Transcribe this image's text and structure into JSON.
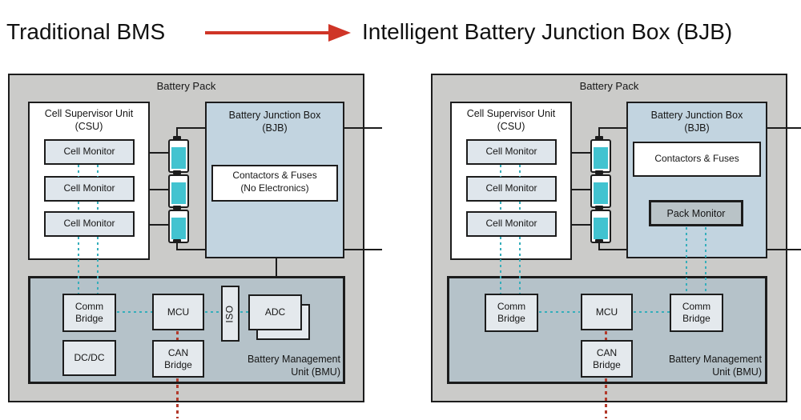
{
  "header": {
    "left_title": "Traditional BMS",
    "right_title": "Intelligent Battery Junction Box (BJB)",
    "arrow_icon": "red-arrow-right"
  },
  "colors": {
    "line": "#1c1c1c",
    "arrow-red": "#cf3527",
    "pack-fill": "#cbcbc9",
    "bjb-fill": "#c2d4e0",
    "bmu-fill": "#b5c2c9",
    "monitor-fill": "#dfe6ec",
    "chip-fill": "#e4e9ed",
    "battery-teal": "#42c3d0",
    "pack-monitor-fill": "#b9c3c7",
    "teal-dot": "#35aebb",
    "red-dot": "#b23a2c"
  },
  "left_panel": {
    "pack_title": "Battery Pack",
    "csu_title": "Cell Supervisor Unit\n(CSU)",
    "monitors": [
      "Cell Monitor",
      "Cell Monitor",
      "Cell Monitor"
    ],
    "bjb_title": "Battery Junction Box\n(BJB)",
    "contactors": "Contactors & Fuses\n(No Electronics)",
    "comm_bridge": "Comm\nBridge",
    "dcdc": "DC/DC",
    "mcu": "MCU",
    "can_bridge": "CAN\nBridge",
    "iso": "ISO",
    "adc": "ADC",
    "bmu_label": "Battery Management\nUnit (BMU)"
  },
  "right_panel": {
    "pack_title": "Battery Pack",
    "csu_title": "Cell Supervisor Unit\n(CSU)",
    "monitors": [
      "Cell Monitor",
      "Cell Monitor",
      "Cell Monitor"
    ],
    "bjb_title": "Battery Junction Box\n(BJB)",
    "contactors": "Contactors & Fuses",
    "pack_monitor": "Pack Monitor",
    "comm_bridge_left": "Comm\nBridge",
    "mcu": "MCU",
    "can_bridge": "CAN\nBridge",
    "comm_bridge_right": "Comm\nBridge",
    "bmu_label": "Battery Management\nUnit (BMU)"
  }
}
